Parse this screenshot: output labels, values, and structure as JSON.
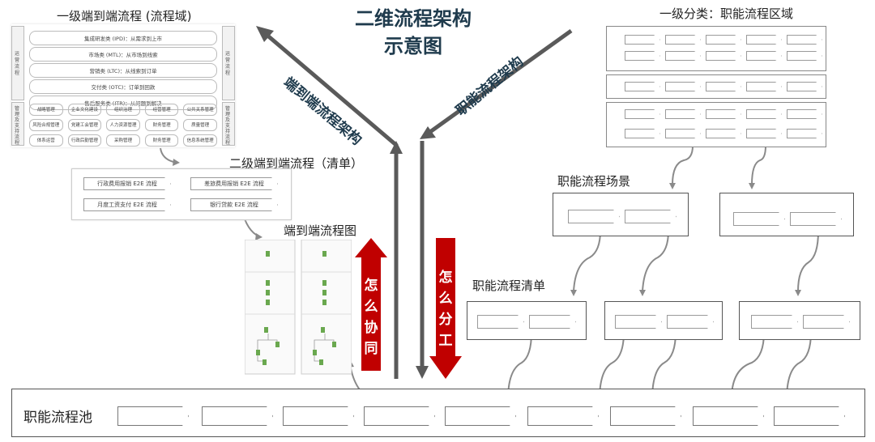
{
  "title": {
    "line1": "二维流程架构",
    "line2": "示意图"
  },
  "arrow_labels": {
    "left": "端到端流程架构",
    "right": "职能流程架构"
  },
  "sections": {
    "l1_e2e": "一级端到端流程 (流程域)",
    "l2_e2e": "二级端到端流程（清单）",
    "e2e_diagram": "端到端流程图",
    "l1_functional": "一级分类：职能流程区域",
    "functional_scene": "职能流程场景",
    "functional_list": "职能流程清单",
    "pool": "职能流程池"
  },
  "red_arrows": {
    "up": "怎么协同",
    "down": "怎么分工"
  },
  "domain_panel": {
    "left_top": "运营流程",
    "left_bottom": "管理及支持流程",
    "right_top": "运营流程",
    "right_bottom": "管理及支持流程",
    "ops_rows": [
      "集成研发类 (IPD)：从需求到上市",
      "市场类 (MTL)：从市场到线索",
      "营销类 (LTC)：从线索到订单",
      "交付类 (OTC)：订单到回款",
      "售后服务类 (ITR)：从问题到解决"
    ],
    "mgmt_rows": [
      [
        "战略管理",
        "企业文化建设",
        "组织治理",
        "经营管理",
        "公共关系管理"
      ],
      [
        "风险合规管理",
        "党建工会管理",
        "人力资源管理",
        "财务管理",
        "质量管理"
      ],
      [
        "体系运营",
        "行政后勤管理",
        "采购管理",
        "财务管理",
        "信息系统管理"
      ]
    ]
  },
  "l2_list": [
    "行政费用报销 E2E 流程",
    "差旅费用报销 E2E 流程",
    "月度工资支付 E2E 流程",
    "银行贷款 E2E 流程"
  ]
}
